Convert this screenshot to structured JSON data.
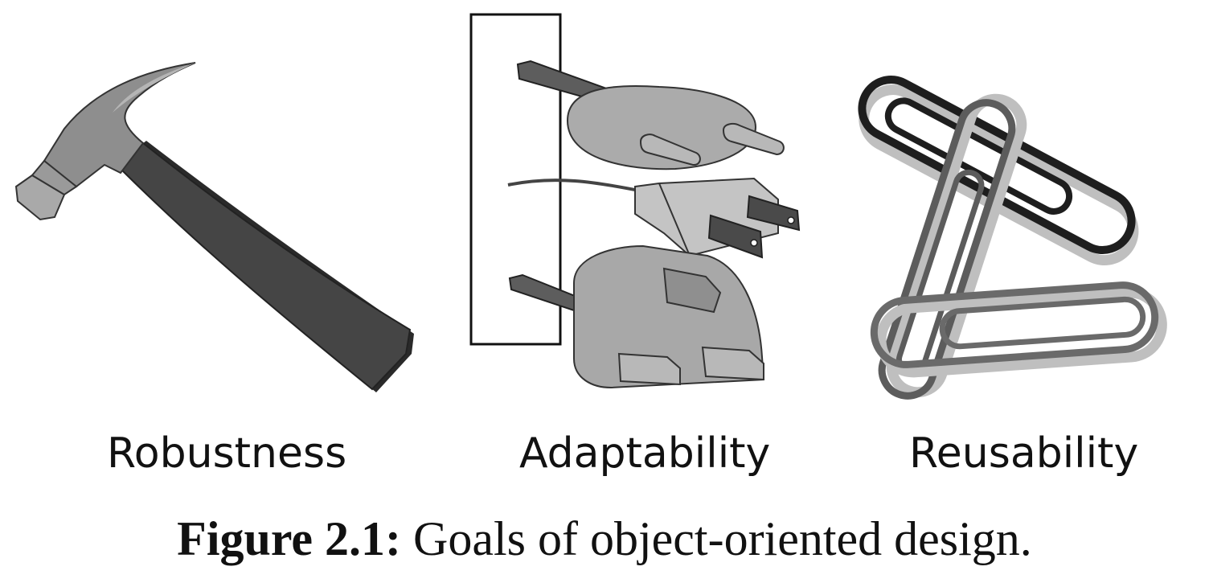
{
  "goals": [
    {
      "label": "Robustness",
      "icon": "hammer-icon"
    },
    {
      "label": "Adaptability",
      "icon": "power-plugs-icon"
    },
    {
      "label": "Reusability",
      "icon": "paper-clips-icon"
    }
  ],
  "caption": {
    "number": "Figure 2.1:",
    "text": "Goals of object-oriented design."
  },
  "colors": {
    "background": "#ffffff",
    "stroke": "#111111",
    "dark_gray": "#444444",
    "mid_gray": "#8c8c8c",
    "light_gray": "#bdbdbd"
  }
}
